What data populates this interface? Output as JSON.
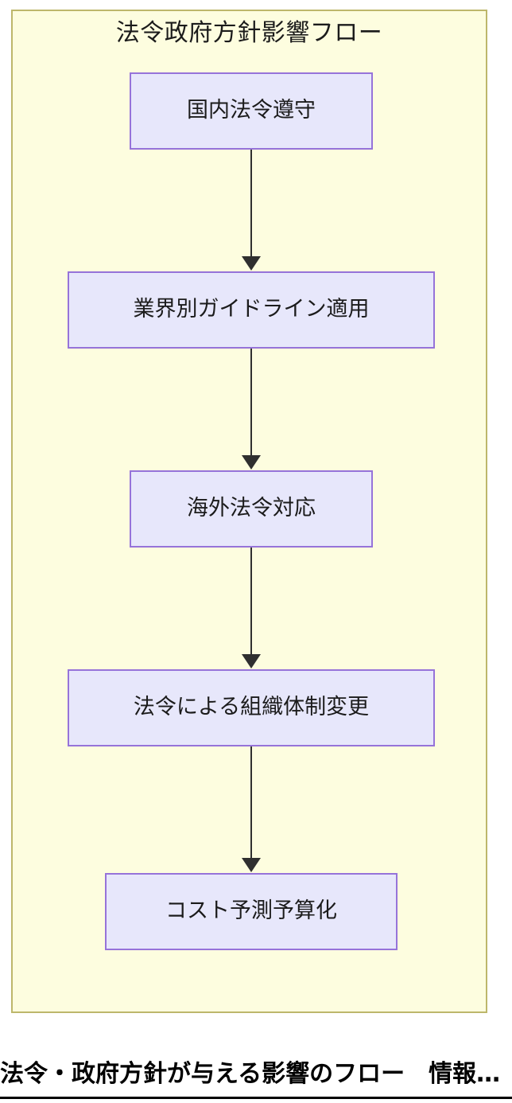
{
  "diagram": {
    "title": "法令政府方針影響フロー",
    "background_color": "#fdfddf",
    "border_color": "#bdb76b",
    "node_fill_color": "#e7e7fb",
    "node_border_color": "#9673d9",
    "connector_color": "#2f2f2f",
    "type": "flowchart",
    "direction": "top-to-bottom",
    "nodes": [
      {
        "id": "n0",
        "label": "国内法令遵守"
      },
      {
        "id": "n1",
        "label": "業界別ガイドライン適用"
      },
      {
        "id": "n2",
        "label": "海外法令対応"
      },
      {
        "id": "n3",
        "label": "法令による組織体制変更"
      },
      {
        "id": "n4",
        "label": "コスト予測予算化"
      }
    ],
    "edges": [
      {
        "from": "n0",
        "to": "n1",
        "style": "arrow"
      },
      {
        "from": "n1",
        "to": "n2",
        "style": "arrow"
      },
      {
        "from": "n2",
        "to": "n3",
        "style": "arrow"
      },
      {
        "from": "n3",
        "to": "n4",
        "style": "arrow"
      }
    ]
  },
  "caption": {
    "text": "法令・政府方針が与える影響のフロー　情報…"
  }
}
